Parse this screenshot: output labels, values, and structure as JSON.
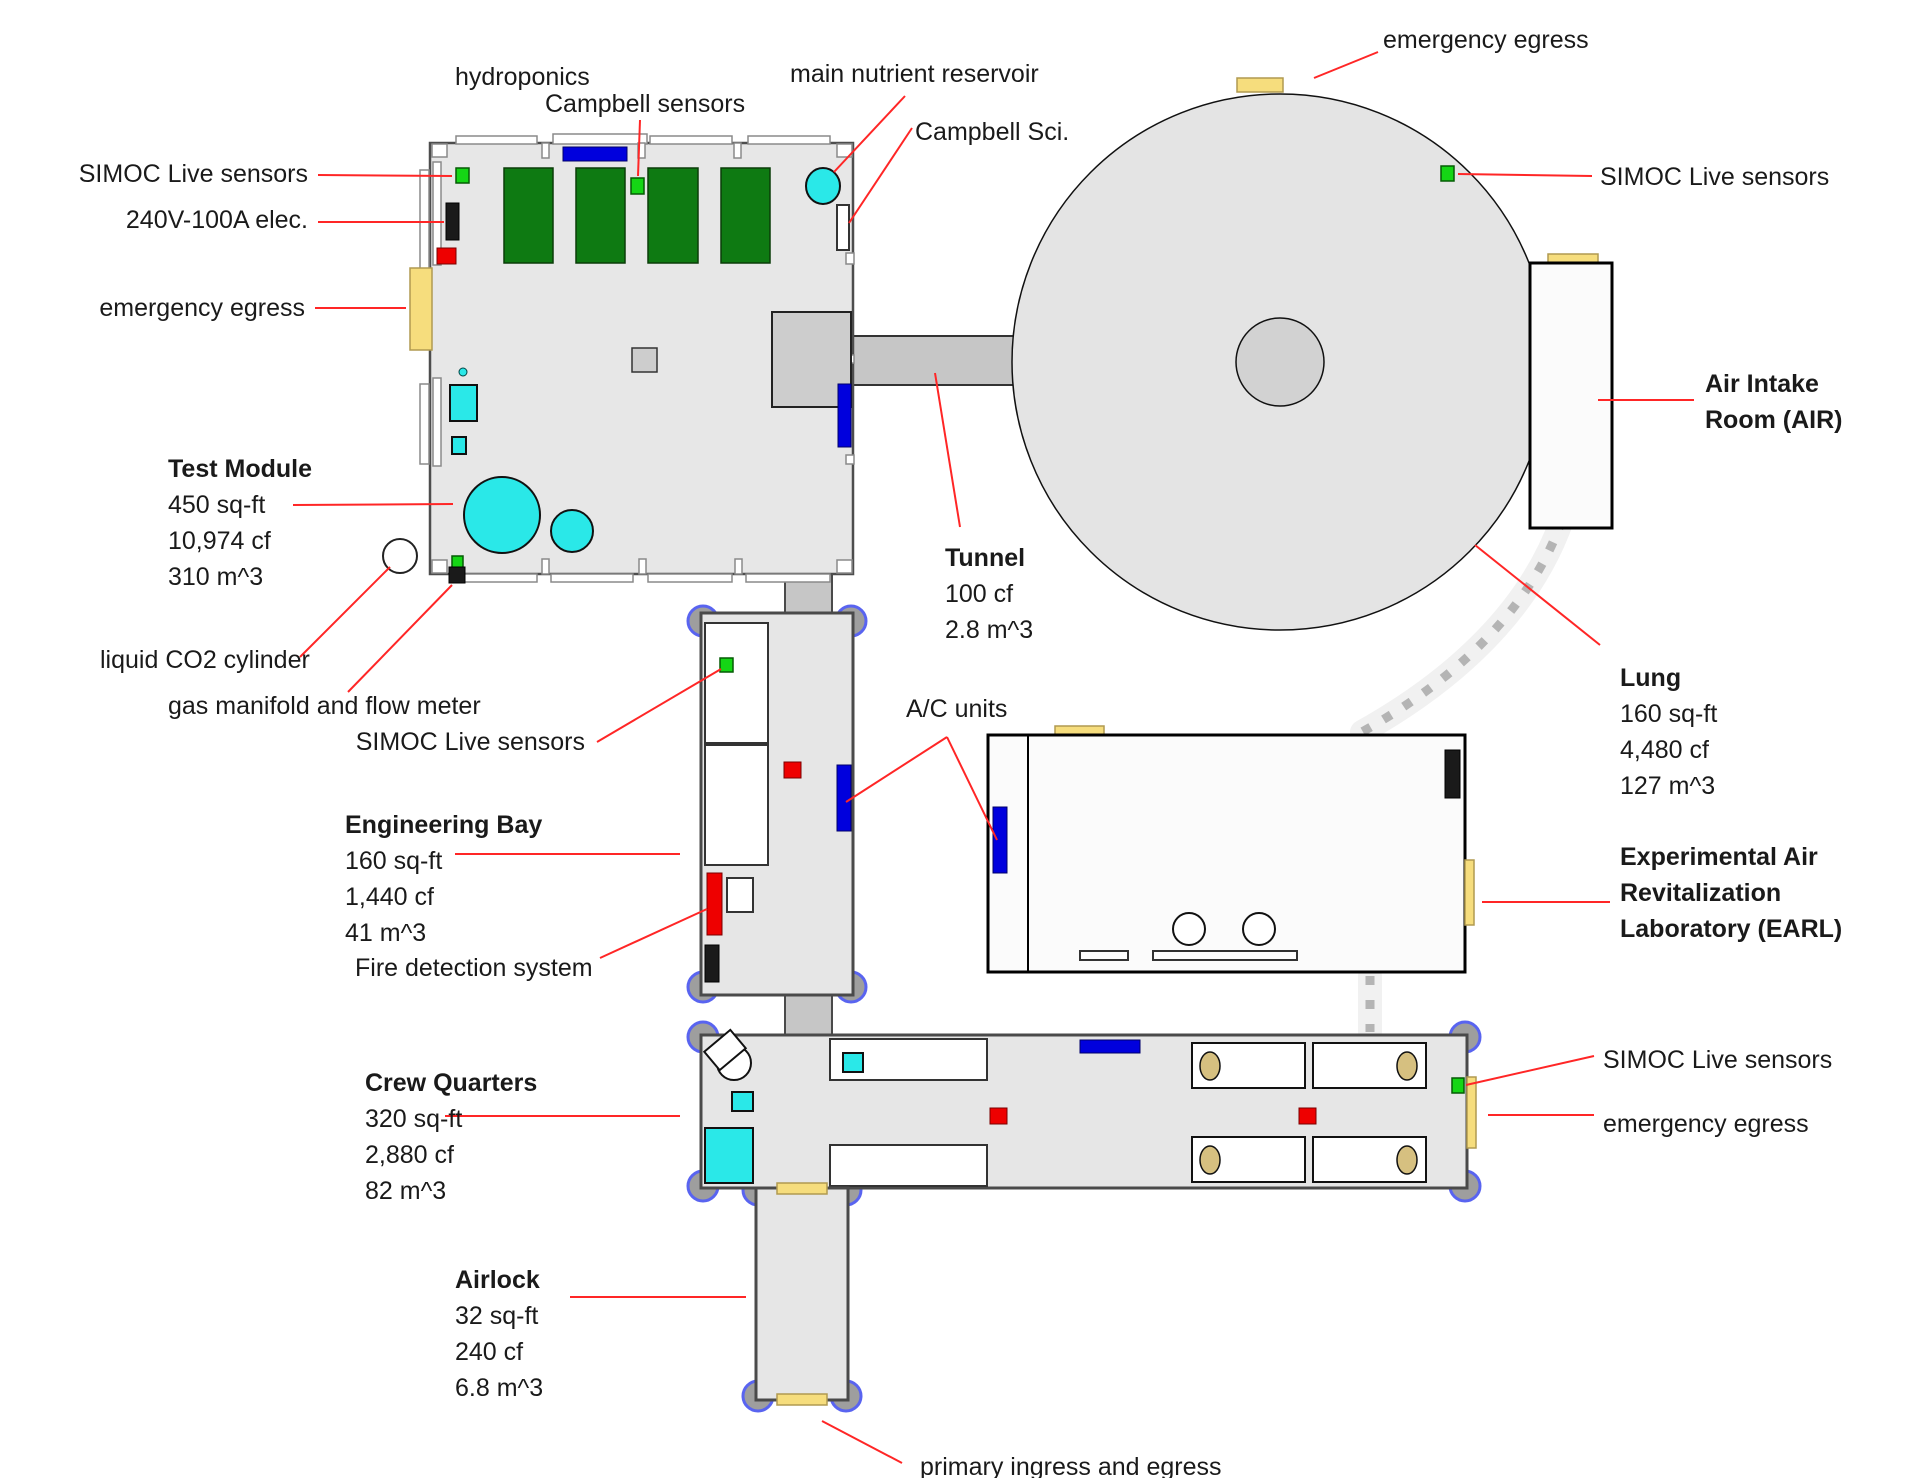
{
  "diagram_title": "SIMOC analog facility floor plan",
  "colors": {
    "sensor_green": "#15d615",
    "hydroponics_green": "#0e7a12",
    "ac_blue": "#0000dd",
    "alarm_red": "#ee0000",
    "water_cyan": "#2ae8e8",
    "egress_yellow": "#f6dd7d",
    "pillow_tan": "#d6c080",
    "wall_gray": "#4a4a4a",
    "room_fill": "#e6e6e6",
    "lung_fill": "#e4e4e4",
    "duct_gray": "#b4b4b4",
    "annotation_red": "#ff2626"
  },
  "rooms": {
    "test_module": {
      "name": "Test Module",
      "area": "450 sq-ft",
      "volume_cf": "10,974 cf",
      "volume_m3": "310 m^3"
    },
    "tunnel": {
      "name": "Tunnel",
      "volume_cf": "100 cf",
      "volume_m3": "2.8 m^3"
    },
    "lung": {
      "name": "Lung",
      "area": "160 sq-ft",
      "volume_cf": "4,480 cf",
      "volume_m3": "127 m^3"
    },
    "air_intake_room": {
      "name_line1": "Air Intake",
      "name_line2": "Room (AIR)"
    },
    "engineering_bay": {
      "name": "Engineering Bay",
      "area": "160 sq-ft",
      "volume_cf": "1,440 cf",
      "volume_m3": "41 m^3"
    },
    "earl": {
      "name_line1": "Experimental Air",
      "name_line2": "Revitalization",
      "name_line3": "Laboratory (EARL)"
    },
    "crew_quarters": {
      "name": "Crew Quarters",
      "area": "320 sq-ft",
      "volume_cf": "2,880 cf",
      "volume_m3": "82 m^3"
    },
    "airlock": {
      "name": "Airlock",
      "area": "32 sq-ft",
      "volume_cf": "240 cf",
      "volume_m3": "6.8 m^3"
    }
  },
  "annotations": {
    "hydroponics": {
      "label": "hydroponics"
    },
    "campbell_sensors": {
      "label": "Campbell sensors"
    },
    "main_nutrient_reservoir": {
      "label": "main nutrient reservoir"
    },
    "campbell_sci": {
      "label": "Campbell Sci."
    },
    "emergency_egress_lung": {
      "label": "emergency egress"
    },
    "simoc_sensors_lung": {
      "label": "SIMOC Live sensors"
    },
    "simoc_sensors_tm": {
      "label": "SIMOC Live sensors"
    },
    "elec": {
      "label": "240V-100A elec."
    },
    "emergency_egress_tm": {
      "label": "emergency egress"
    },
    "liquid_co2": {
      "label": "liquid CO2 cylinder"
    },
    "gas_manifold": {
      "label": "gas manifold and flow meter"
    },
    "simoc_sensors_eng": {
      "label": "SIMOC Live sensors"
    },
    "fire_detection": {
      "label": "Fire detection system"
    },
    "ac_units": {
      "label": "A/C units"
    },
    "simoc_sensors_cq": {
      "label": "SIMOC Live sensors"
    },
    "emergency_egress_cq": {
      "label": "emergency egress"
    },
    "primary_ingress": {
      "label": "primary ingress and egress"
    }
  }
}
